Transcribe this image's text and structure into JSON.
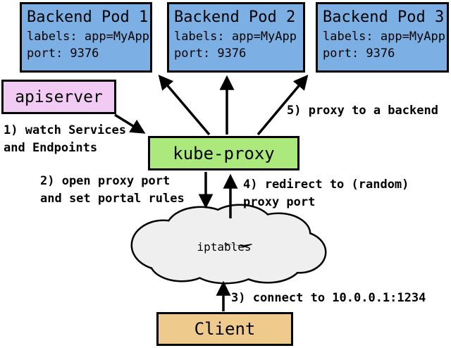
{
  "diagram_title": "kube-proxy userspace proxying overview",
  "colors": {
    "pod": "#7cb0e4",
    "apiserver": "#f2cbf4",
    "kube_proxy": "#ace97d",
    "client": "#eeca8c",
    "cloud": "#efefef",
    "line": "#000000",
    "background": "#ffffff"
  },
  "pods": [
    {
      "title": "Backend Pod 1",
      "labels": "labels: app=MyApp",
      "port": "port: 9376"
    },
    {
      "title": "Backend Pod 2",
      "labels": "labels: app=MyApp",
      "port": "port: 9376"
    },
    {
      "title": "Backend Pod 3",
      "labels": "labels: app=MyApp",
      "port": "port: 9376"
    }
  ],
  "nodes": {
    "apiserver": "apiserver",
    "kube_proxy": "kube-proxy",
    "client": "Client",
    "cloud": "iptables"
  },
  "annotations": {
    "step1": "1) watch Services\nand Endpoints",
    "step2": "2) open proxy port\nand set portal rules",
    "step3": "3) connect to 10.0.0.1:1234",
    "step4": "4) redirect to (random)\nproxy port",
    "step5": "5) proxy to a backend"
  }
}
